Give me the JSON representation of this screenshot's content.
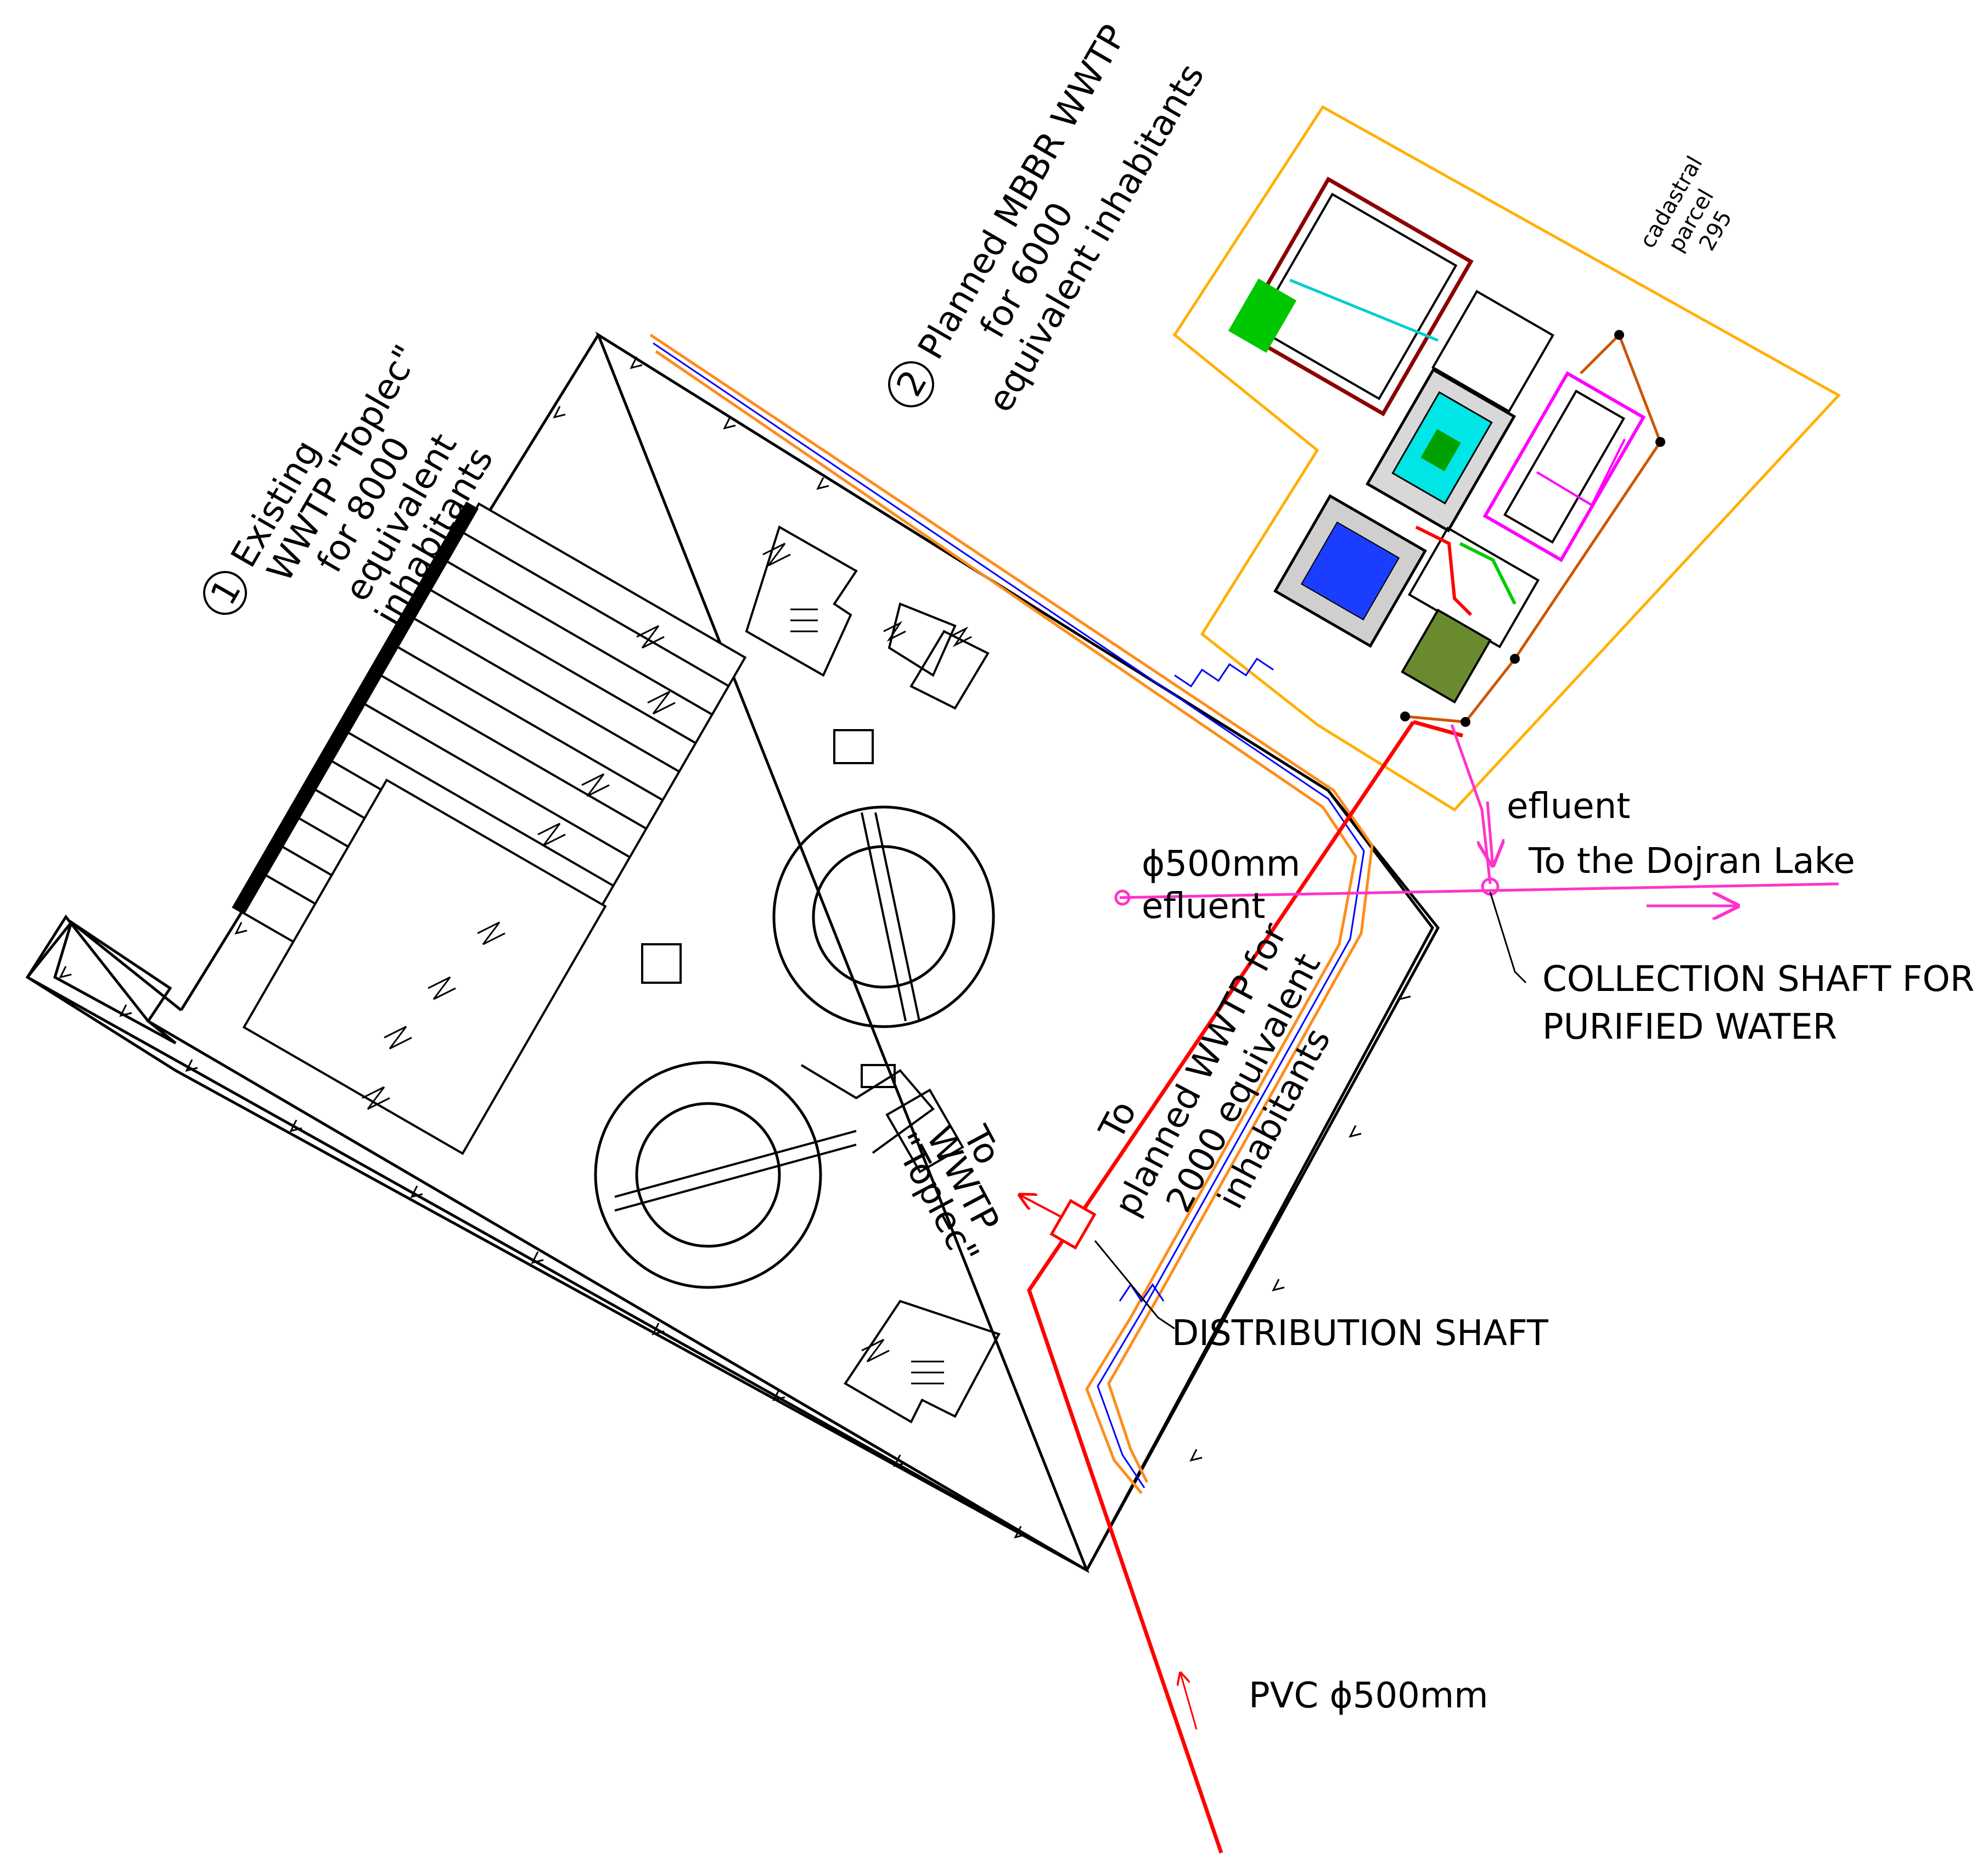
{
  "labels": {
    "existing_marker": "1",
    "existing_line1": "Existing",
    "existing_line2": "WWTP \"Toplec\"",
    "existing_line3": "for 8000",
    "existing_line4": "equivalent",
    "existing_line5": "inhabitants",
    "planned_marker": "2",
    "planned_line1": "Planned MBBR WWTP",
    "planned_line2": "for 6000",
    "planned_line3": "equivalent inhabitants",
    "cadastral_line1": "cadastral",
    "cadastral_line2": "parcel",
    "cadastral_line3": "295",
    "efluent_top": "efluent",
    "dojran_lake": "To the Dojran Lake",
    "phi500_efluent_1": "ϕ500mm",
    "phi500_efluent_2": "efluent",
    "collection_shaft_1": "COLLECTION SHAFT FOR",
    "collection_shaft_2": "PURIFIED WATER",
    "to_planned_1": "To",
    "to_planned_2": "planned WWTP for",
    "to_planned_3": "2000 equivalent",
    "to_planned_4": "inhabitants",
    "to_toplec_1": "To",
    "to_toplec_2": "WWTP",
    "to_toplec_3": "\"Toplec\"",
    "distribution_shaft": "DISTRIBUTION SHAFT",
    "pvc_pipe": "PVC ϕ500mm"
  },
  "colors": {
    "outline": "#000000",
    "influent_pipe": "#ff0000",
    "effluent_pipe": "#ff33cc",
    "parcel_boundary": "#ffb000",
    "pipeline_corridor": "#ff8c1a",
    "pipeline_axis": "#0000ff"
  }
}
